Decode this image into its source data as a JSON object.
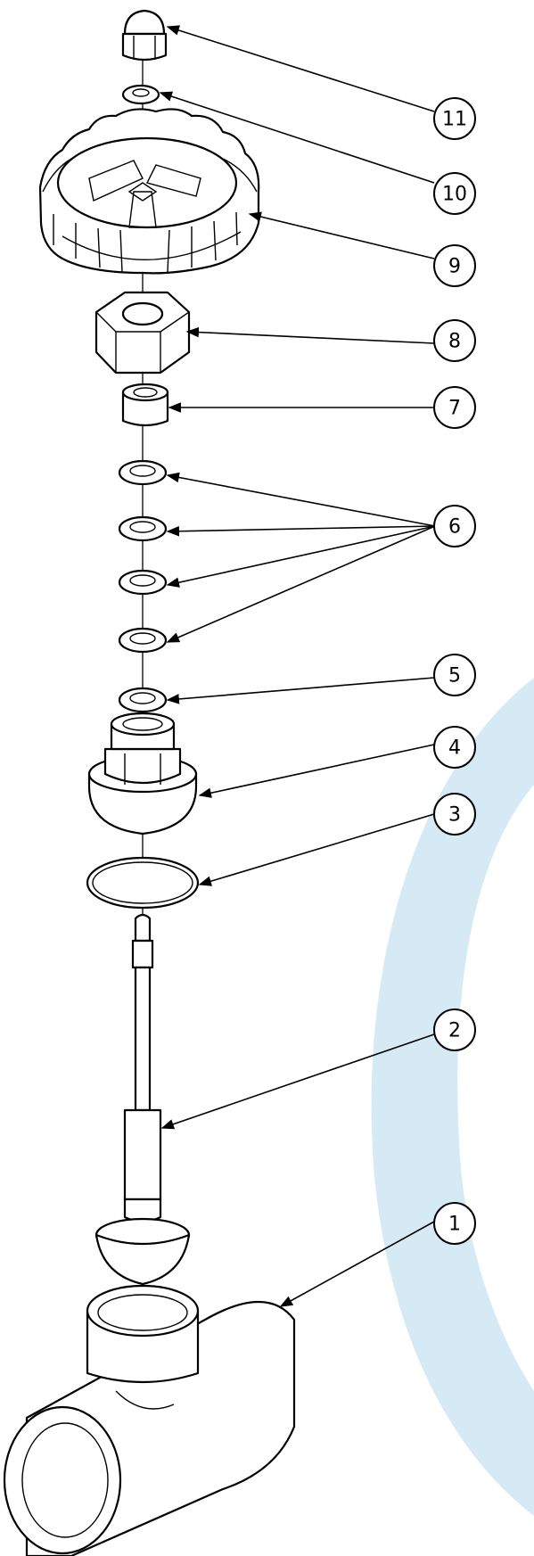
{
  "drawing": {
    "watermark_color": "#d6eaf6",
    "line_color": "#000000",
    "callouts": [
      {
        "label": "1"
      },
      {
        "label": "2"
      },
      {
        "label": "3"
      },
      {
        "label": "4"
      },
      {
        "label": "5"
      },
      {
        "label": "6"
      },
      {
        "label": "7"
      },
      {
        "label": "8"
      },
      {
        "label": "9"
      },
      {
        "label": "10"
      },
      {
        "label": "11"
      }
    ]
  }
}
